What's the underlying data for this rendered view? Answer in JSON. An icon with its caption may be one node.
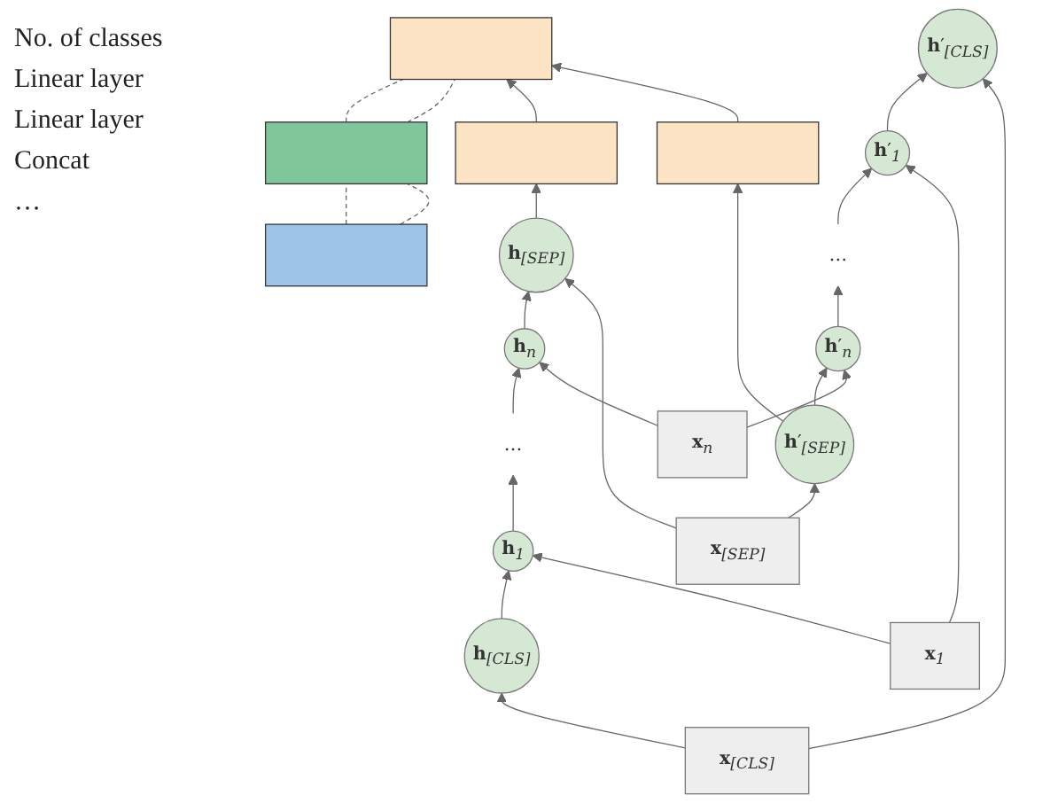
{
  "diagram": {
    "nodes": [
      {
        "text": [],
        "shape": "bar"
      },
      {
        "text": [],
        "shape": "bar"
      },
      {
        "text": [],
        "shape": "bar"
      },
      {
        "text": [],
        "shape": "bar"
      },
      {
        "text": [],
        "shape": "bar"
      },
      {
        "text": [
          "**h**′$_{[CLS]}$"
        ]
      },
      {
        "text": [
          "**h**′$_{1}$"
        ]
      },
      {
        "text": [
          "…"
        ]
      },
      {
        "text": [
          "**h**′$_{n}$"
        ]
      },
      {
        "text": [
          "**h**′$_{[SEP]}$"
        ]
      },
      {
        "text": [
          "**h**$_{[CLS]}$"
        ]
      },
      {
        "text": [
          "**h**$_{1}$"
        ]
      },
      {
        "text": [
          "…"
        ]
      },
      {
        "text": [
          "**h**$_{n}$"
        ]
      },
      {
        "text": [
          "**h**$_{[SEP]}$"
        ]
      },
      {
        "text": [
          "**x**$_{[CLS]}$"
        ]
      },
      {
        "text": [
          "**x**$_{1}$"
        ]
      },
      {
        "text": [
          "**x**$_{n}$"
        ]
      },
      {
        "text": [
          "**x**$_{[SEP]}$"
        ]
      }
    ],
    "edges": [
      {
        "from": 0,
        "to": 1,
        "arrow": "none",
        "style": "dashed"
      },
      {
        "from": 0,
        "to": 1,
        "arrow": "none",
        "style": "dashed"
      },
      {
        "from": 1,
        "to": 2,
        "arrow": "none",
        "style": "dashed"
      },
      {
        "from": 1,
        "to": 2,
        "arrow": "none",
        "style": "dashed"
      },
      {
        "from": 3,
        "to": 2,
        "arrow": "to"
      },
      {
        "from": 4,
        "to": 2,
        "arrow": "to"
      },
      {
        "from": 14,
        "to": 3,
        "arrow": "to"
      },
      {
        "from": 9,
        "to": 4,
        "arrow": "to"
      },
      {
        "from": 6,
        "to": 5,
        "arrow": "to"
      },
      {
        "from": 7,
        "to": 6,
        "arrow": "to"
      },
      {
        "from": 8,
        "to": 7,
        "arrow": "to"
      },
      {
        "from": 9,
        "to": 8,
        "arrow": "to"
      },
      {
        "from": 10,
        "to": 11,
        "arrow": "to"
      },
      {
        "from": 11,
        "to": 12,
        "arrow": "to"
      },
      {
        "from": 12,
        "to": 13,
        "arrow": "to"
      },
      {
        "from": 13,
        "to": 14,
        "arrow": "to"
      },
      {
        "from": 15,
        "to": 10,
        "arrow": "to"
      },
      {
        "from": 15,
        "to": 5,
        "arrow": "to"
      },
      {
        "from": 16,
        "to": 11,
        "arrow": "to"
      },
      {
        "from": 16,
        "to": 6,
        "arrow": "to"
      },
      {
        "from": 17,
        "to": 13,
        "arrow": "to"
      },
      {
        "from": 17,
        "to": 8,
        "arrow": "to"
      },
      {
        "from": 18,
        "to": 14,
        "arrow": "to"
      },
      {
        "from": 18,
        "to": 9,
        "arrow": "to"
      }
    ],
    "labels": [
      "No. of classes",
      "Linear layer",
      "Linear layer",
      "Concat",
      "…"
    ]
  }
}
